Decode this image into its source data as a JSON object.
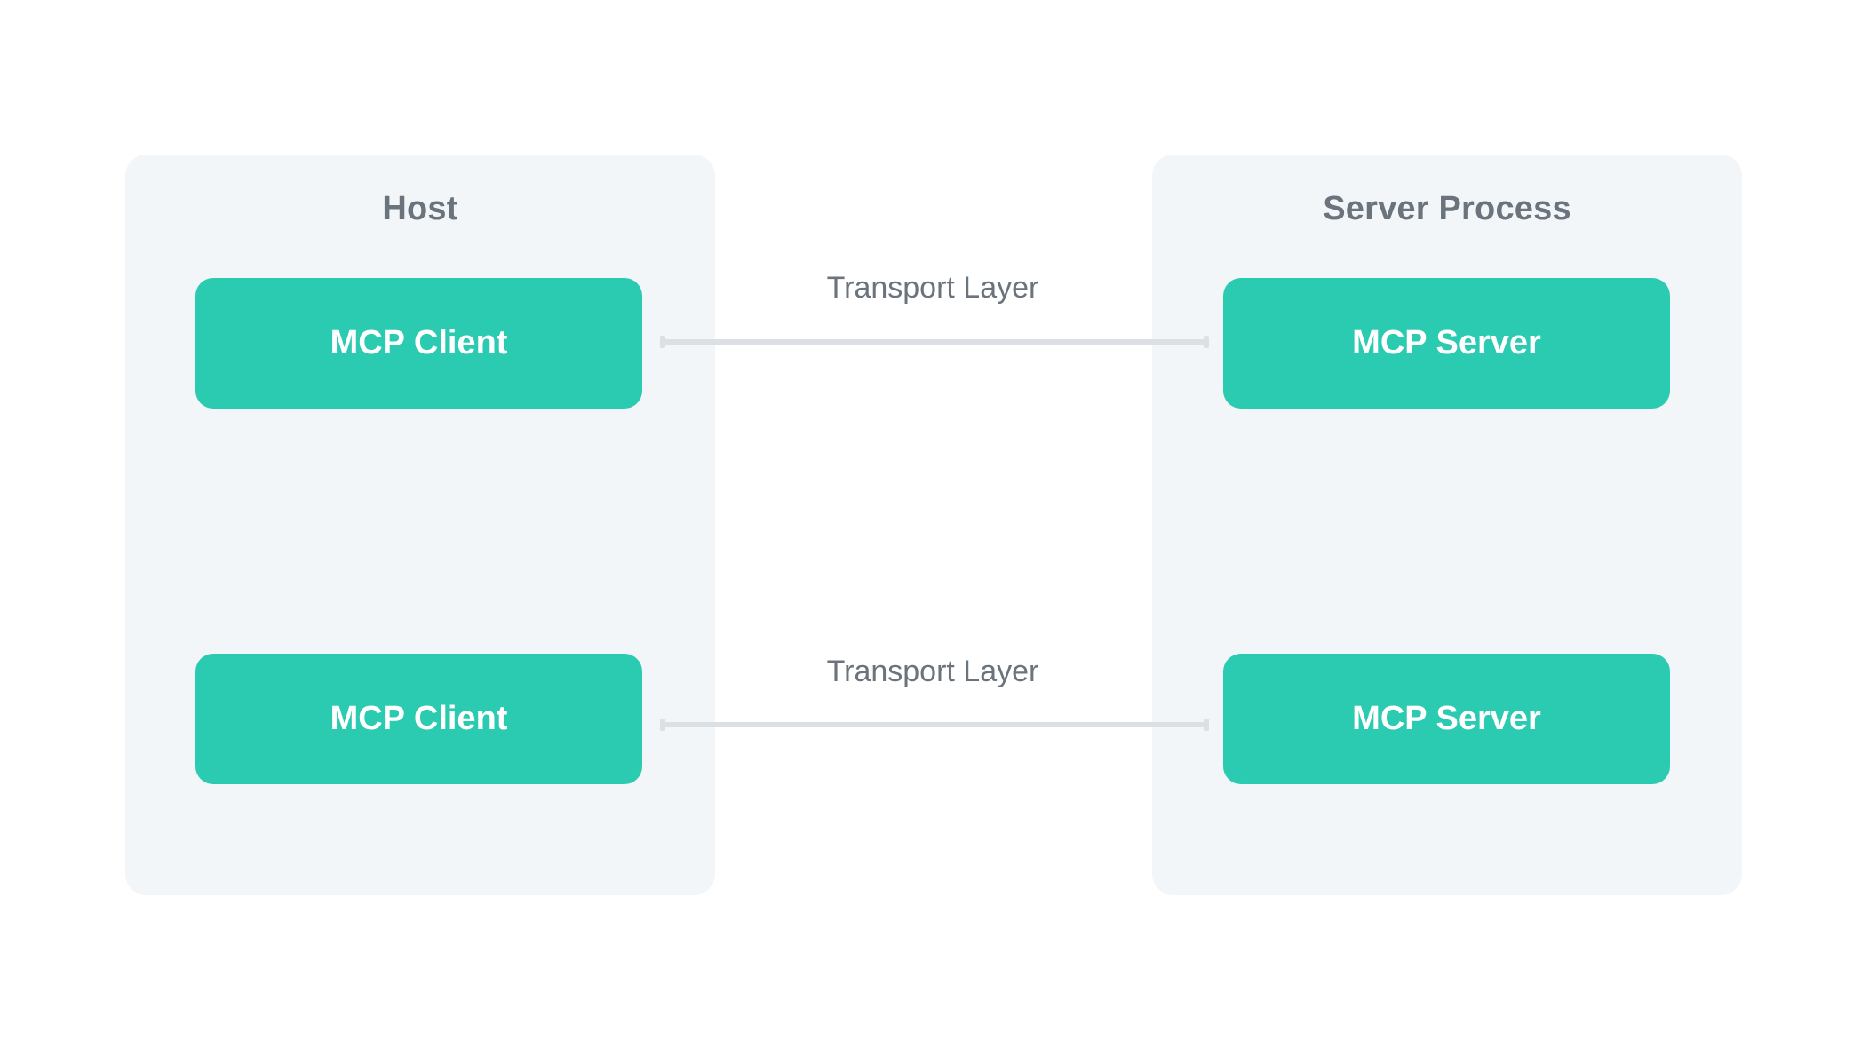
{
  "host": {
    "title": "Host"
  },
  "server_process": {
    "title": "Server Process"
  },
  "clients": [
    {
      "label": "MCP Client"
    },
    {
      "label": "MCP Client"
    }
  ],
  "servers": [
    {
      "label": "MCP Server"
    },
    {
      "label": "MCP Server"
    }
  ],
  "transports": [
    {
      "label": "Transport Layer"
    },
    {
      "label": "Transport Layer"
    }
  ],
  "colors": {
    "panel_background": "#f2f6f9",
    "node_fill": "#2bcbb1",
    "node_text": "#ffffff",
    "label_text": "#6b747d",
    "connector": "#dcdfe3"
  }
}
